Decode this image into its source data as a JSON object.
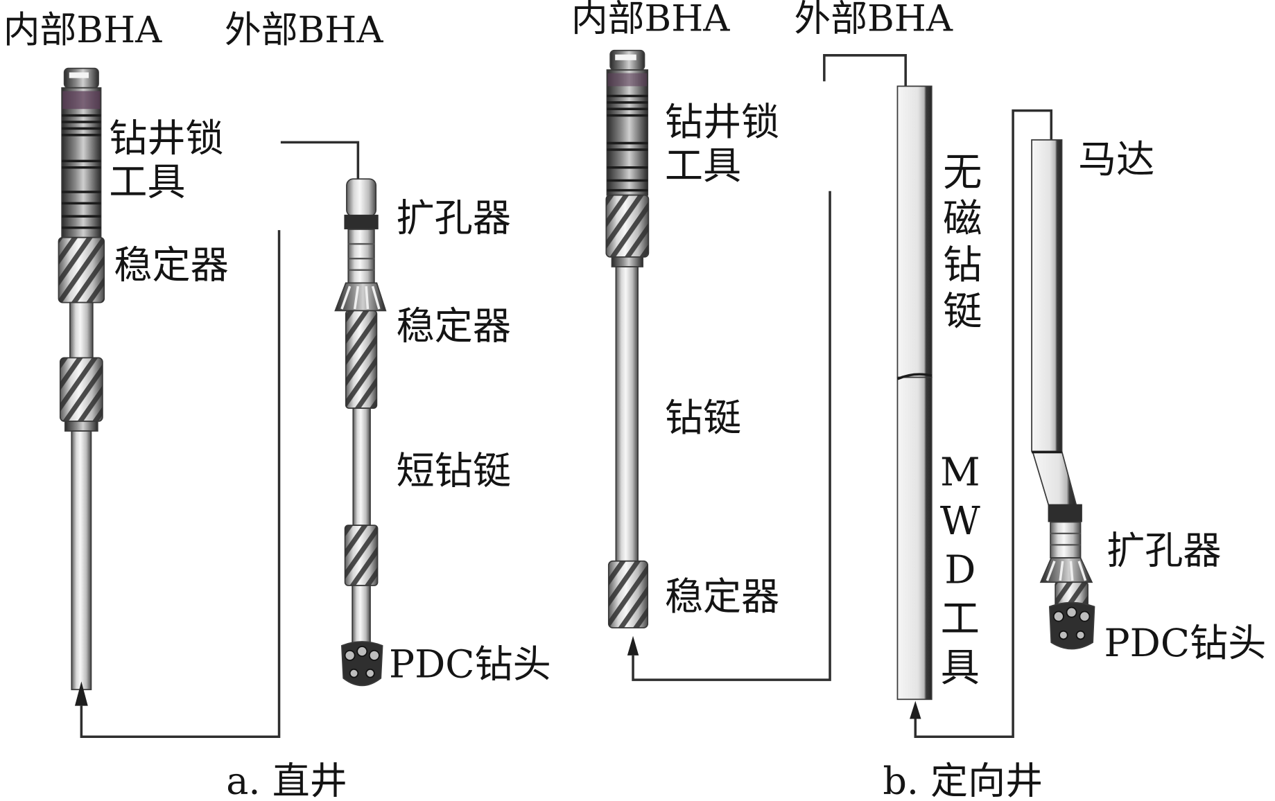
{
  "panels": [
    {
      "caption": "a. 直井",
      "inner_bha_label": "内部BHA",
      "outer_bha_label": "外部BHA",
      "inner_bha": {
        "lock_tool": [
          "钻井锁",
          "工具"
        ],
        "stabilizer": "稳定器"
      },
      "outer_bha": {
        "reamer": "扩孔器",
        "stabilizer": "稳定器",
        "short_drill_collar": "短钻铤",
        "pdc_bit": "PDC钻头"
      }
    },
    {
      "caption": "b. 定向井",
      "inner_bha_label": "内部BHA",
      "outer_bha_label": "外部BHA",
      "inner_bha": {
        "lock_tool": [
          "钻井锁",
          "工具"
        ],
        "drill_collar": "钻铤",
        "stabilizer": "稳定器"
      },
      "outer_bha": {
        "nonmagnetic_drill_collar": "无磁钻铤",
        "mwd_tool": "MWD工具",
        "motor": "马达",
        "reamer": "扩孔器",
        "pdc_bit": "PDC钻头"
      }
    }
  ]
}
